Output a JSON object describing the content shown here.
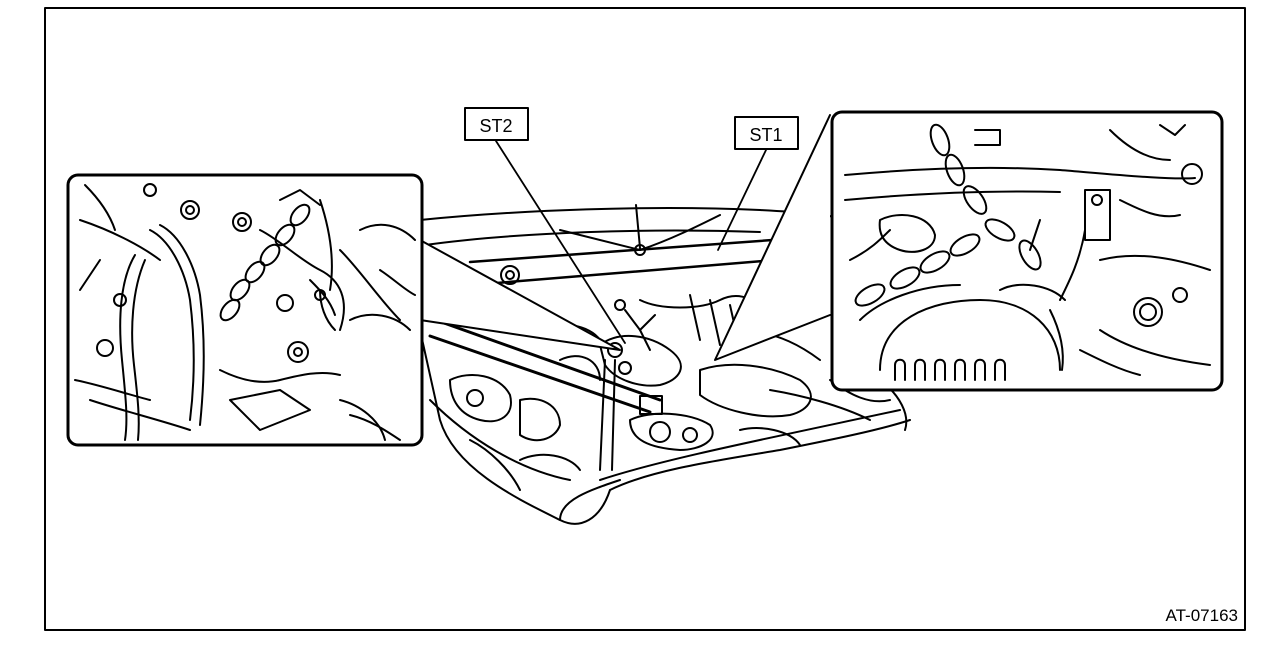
{
  "figure": {
    "callouts": {
      "st1": "ST1",
      "st2": "ST2"
    },
    "figure_id": "AT-07163"
  },
  "colors": {
    "ink": "#000000",
    "paper": "#ffffff"
  }
}
